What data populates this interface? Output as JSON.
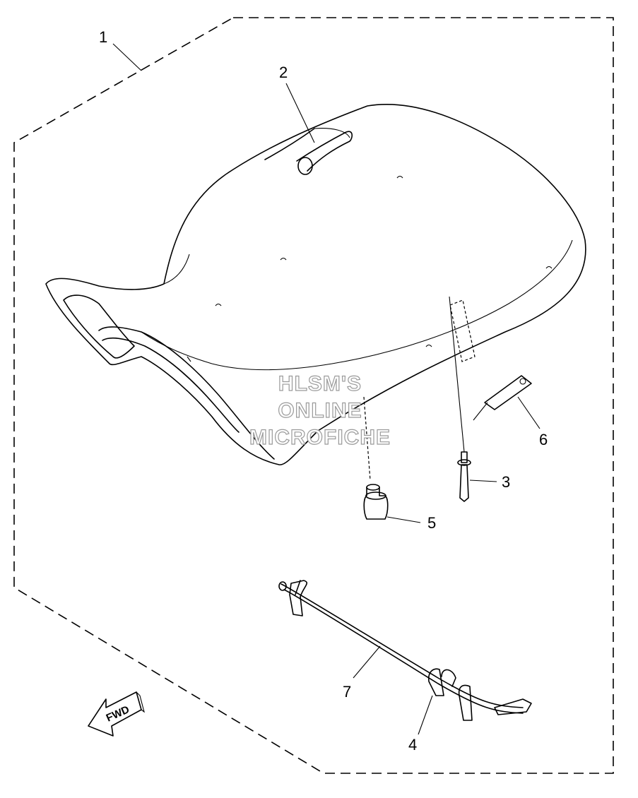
{
  "callouts": [
    {
      "id": "c1",
      "label": "1"
    },
    {
      "id": "c2",
      "label": "2"
    },
    {
      "id": "c3",
      "label": "3"
    },
    {
      "id": "c4",
      "label": "4"
    },
    {
      "id": "c5",
      "label": "5"
    },
    {
      "id": "c6",
      "label": "6"
    },
    {
      "id": "c7",
      "label": "7"
    }
  ],
  "watermark": {
    "line1": "HLSM'S",
    "line2": "ONLINE",
    "line3": "MICROFICHE"
  },
  "direction_arrow": {
    "label": "FWD",
    "icon": "forward-arrow-icon"
  }
}
